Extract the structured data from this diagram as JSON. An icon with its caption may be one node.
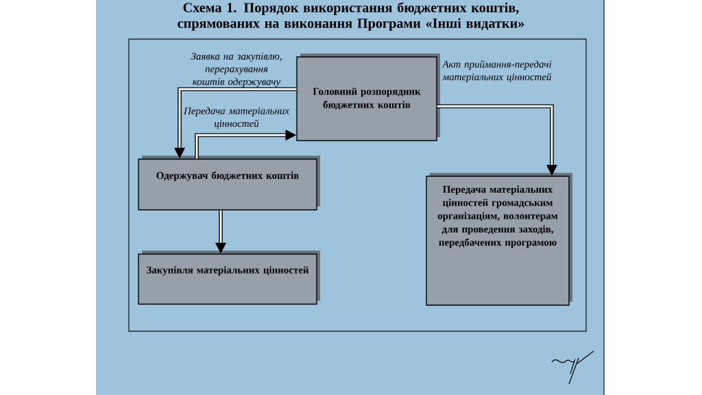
{
  "diagram": {
    "title": "Схема 1. Порядок використання бюджетних коштів, спрямованих на виконання Програми «Інші видатки»",
    "nodes": [
      {
        "text": [
          "Головний розпорядник бюджетних коштів"
        ]
      },
      {
        "text": [
          "Одержувач бюджетних коштів"
        ]
      },
      {
        "text": [
          "Закупівля матеріальних цінностей"
        ]
      },
      {
        "text": [
          "Передача матеріальних цінностей громадським організаціям, волонтерам для проведення заходів, передбачених програмою"
        ]
      }
    ],
    "edges": [
      {
        "from": 0,
        "to": 1,
        "arrow": "to",
        "label": "Заявка на закупівлю, перерахування коштів одержувачу"
      },
      {
        "from": 1,
        "to": 0,
        "arrow": "to",
        "label": "Передача матеріальних цінностей"
      },
      {
        "from": 0,
        "to": 3,
        "arrow": "to",
        "label": "Акт приймання-передачі матеріальних цінностей"
      },
      {
        "from": 1,
        "to": 2,
        "arrow": "to"
      }
    ]
  }
}
